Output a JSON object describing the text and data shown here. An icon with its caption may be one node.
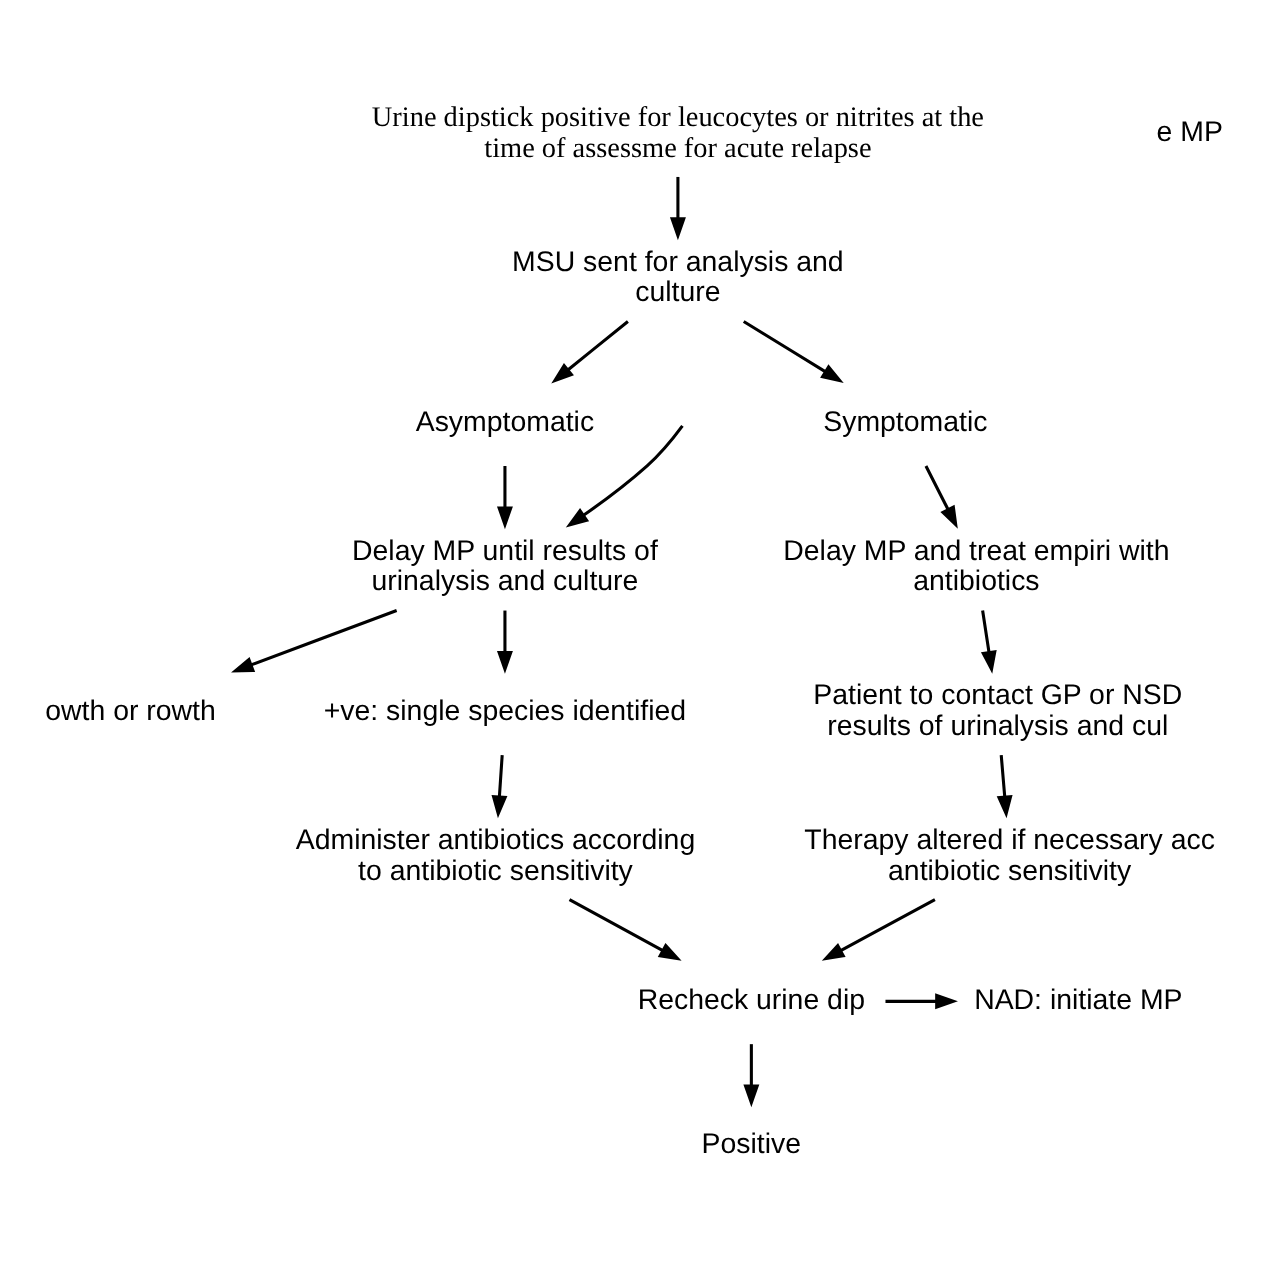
{
  "diagram": {
    "nodes": [
      {
        "text": [
          "Urine dipstick positive for leucocytes or nitrites at the time of assessme for acute relapse"
        ]
      },
      {
        "text": [
          "MSU sent for analysis and culture"
        ]
      },
      {
        "text": [
          "Asymptomatic"
        ]
      },
      {
        "text": [
          "Symptomatic"
        ]
      },
      {
        "text": [
          "Delay MP until results of urinalysis and culture"
        ]
      },
      {
        "text": [
          "owth or rowth"
        ]
      },
      {
        "text": [
          "+ve: single species identified"
        ]
      },
      {
        "text": [
          "e MP"
        ]
      },
      {
        "text": [
          "Administer antibiotics according to antibiotic sensitivity"
        ]
      },
      {
        "text": [
          "Delay MP and treat empiri with antibiotics"
        ]
      },
      {
        "text": [
          "Patient to contact GP or NSD results of urinalysis and cul"
        ]
      },
      {
        "text": [
          "Therapy altered if necessary acc antibiotic sensitivity"
        ]
      },
      {
        "text": [
          "Recheck urine dip"
        ]
      },
      {
        "text": [
          "NAD: initiate MP"
        ]
      },
      {
        "text": [
          "Positive"
        ]
      }
    ],
    "edges": [
      {
        "from": 0,
        "to": 1,
        "arrow": "to"
      },
      {
        "from": 1,
        "to": 2,
        "arrow": "to"
      },
      {
        "from": 1,
        "to": 3,
        "arrow": "to"
      },
      {
        "from": 2,
        "to": 4,
        "arrow": "to"
      },
      {
        "from": null,
        "to": 4,
        "arrow": "to"
      },
      {
        "from": 4,
        "to": 5,
        "arrow": "to"
      },
      {
        "from": 4,
        "to": 6,
        "arrow": "to"
      },
      {
        "from": 6,
        "to": 8,
        "arrow": "to"
      },
      {
        "from": 3,
        "to": 9,
        "arrow": "to"
      },
      {
        "from": 9,
        "to": 10,
        "arrow": "to"
      },
      {
        "from": 10,
        "to": 11,
        "arrow": "to"
      },
      {
        "from": 8,
        "to": 12,
        "arrow": "to"
      },
      {
        "from": 11,
        "to": 12,
        "arrow": "to"
      },
      {
        "from": 12,
        "to": 13,
        "arrow": "to"
      },
      {
        "from": 12,
        "to": 14,
        "arrow": "to"
      }
    ]
  }
}
